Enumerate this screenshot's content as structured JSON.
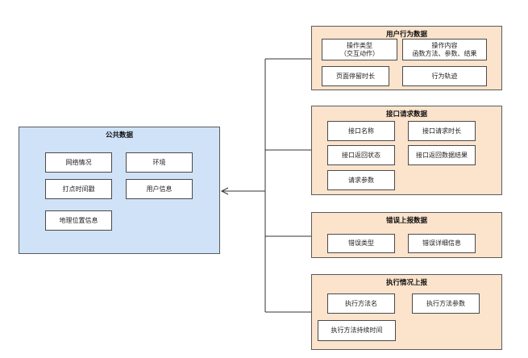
{
  "public": {
    "title": "公共数据",
    "items": [
      "网络情况",
      "环境",
      "打点时间戳",
      "用户信息",
      "地理位置信息"
    ]
  },
  "groups": [
    {
      "title": "用户行为数据",
      "items": [
        "操作类型\n（交互动作）",
        "操作内容\n函数方法、参数、结果",
        "页面停留时长",
        "行为轨迹"
      ]
    },
    {
      "title": "接口请求数据",
      "items": [
        "接口名称",
        "接口请求时长",
        "接口返回状态",
        "接口返回数据结果",
        "请求参数"
      ]
    },
    {
      "title": "错误上报数据",
      "items": [
        "错误类型",
        "错误详细信息"
      ]
    },
    {
      "title": "执行情况上报",
      "items": [
        "执行方法名",
        "执行方法参数",
        "执行方法持续时间"
      ]
    }
  ],
  "colors": {
    "public_fill": "#cfe2f8",
    "group_fill": "#fbe3cc",
    "border": "#5a5a5a"
  }
}
